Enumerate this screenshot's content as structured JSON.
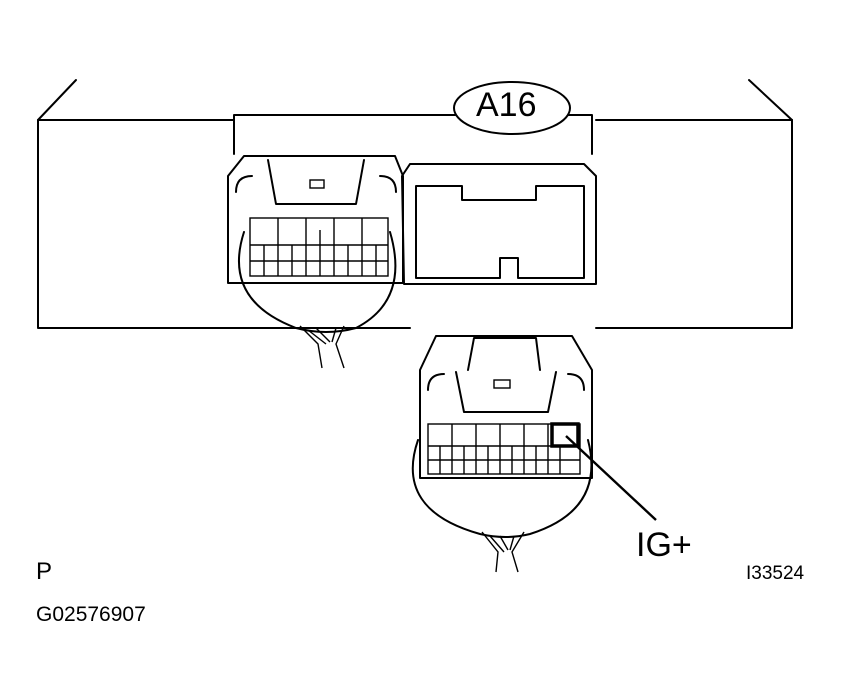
{
  "connector_label": "A16",
  "pin_label": "IG+",
  "figure_id": "I33524",
  "corner_letter": "P",
  "document_code": "G02576907"
}
